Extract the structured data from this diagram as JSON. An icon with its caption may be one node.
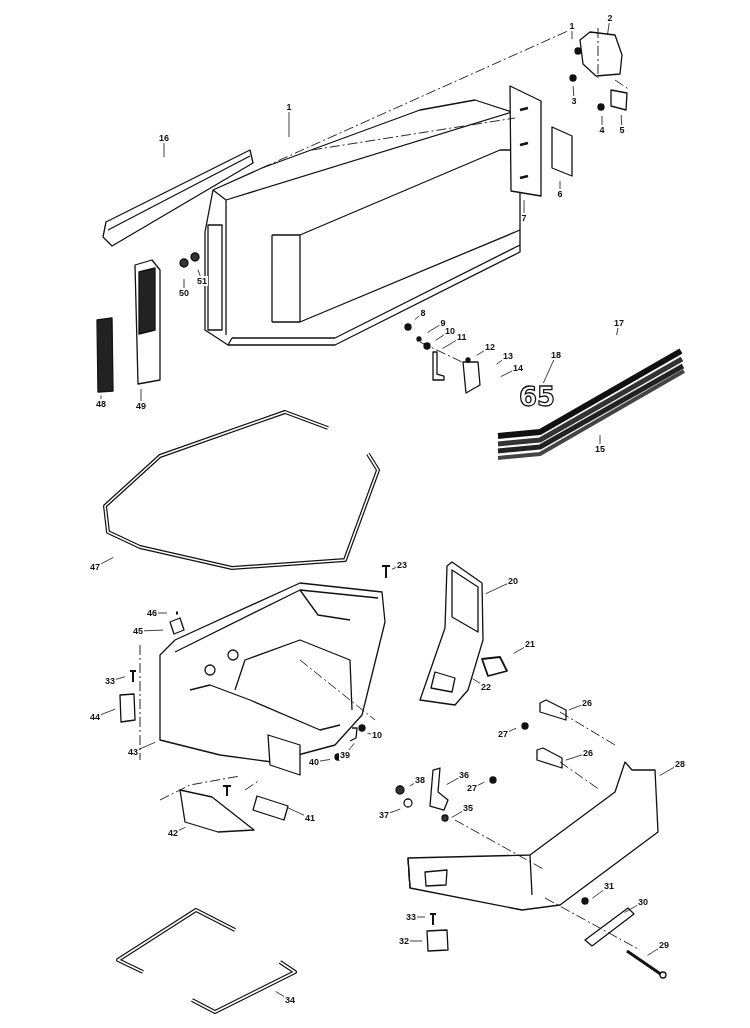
{
  "diagram": {
    "nodes": [
      {
        "text": [
          "1"
        ]
      },
      {
        "text": [
          "1"
        ]
      },
      {
        "text": [
          "2"
        ]
      },
      {
        "text": [
          "3"
        ]
      },
      {
        "text": [
          "4"
        ]
      },
      {
        "text": [
          "5"
        ]
      },
      {
        "text": [
          "6"
        ]
      },
      {
        "text": [
          "7"
        ]
      },
      {
        "text": [
          "8"
        ]
      },
      {
        "text": [
          "9"
        ]
      },
      {
        "text": [
          "10"
        ]
      },
      {
        "text": [
          "11"
        ]
      },
      {
        "text": [
          "12"
        ]
      },
      {
        "text": [
          "13"
        ]
      },
      {
        "text": [
          "14"
        ]
      },
      {
        "text": [
          "15"
        ]
      },
      {
        "text": [
          "16"
        ]
      },
      {
        "text": [
          "17"
        ]
      },
      {
        "text": [
          "18"
        ]
      },
      {
        "text": [
          "48"
        ]
      },
      {
        "text": [
          "49"
        ]
      },
      {
        "text": [
          "50"
        ]
      },
      {
        "text": [
          "51"
        ]
      },
      {
        "text": [
          "47"
        ]
      },
      {
        "text": [
          "23"
        ]
      },
      {
        "text": [
          "20"
        ]
      },
      {
        "text": [
          "21"
        ]
      },
      {
        "text": [
          "22"
        ]
      },
      {
        "text": [
          "46"
        ]
      },
      {
        "text": [
          "45"
        ]
      },
      {
        "text": [
          "33"
        ]
      },
      {
        "text": [
          "44"
        ]
      },
      {
        "text": [
          "43"
        ]
      },
      {
        "text": [
          "40"
        ]
      },
      {
        "text": [
          "39"
        ]
      },
      {
        "text": [
          "10"
        ]
      },
      {
        "text": [
          "42"
        ]
      },
      {
        "text": [
          "41"
        ]
      },
      {
        "text": [
          "26"
        ]
      },
      {
        "text": [
          "27"
        ]
      },
      {
        "text": [
          "26"
        ]
      },
      {
        "text": [
          "27"
        ]
      },
      {
        "text": [
          "28"
        ]
      },
      {
        "text": [
          "36"
        ]
      },
      {
        "text": [
          "38"
        ]
      },
      {
        "text": [
          "37"
        ]
      },
      {
        "text": [
          "35"
        ]
      },
      {
        "text": [
          "31"
        ]
      },
      {
        "text": [
          "30"
        ]
      },
      {
        "text": [
          "29"
        ]
      },
      {
        "text": [
          "33"
        ]
      },
      {
        "text": [
          "32"
        ]
      },
      {
        "text": [
          "34"
        ]
      },
      {
        "text": [
          "65"
        ]
      }
    ],
    "edges": [
      {
        "from": 0,
        "to": null,
        "arrow": "none"
      },
      {
        "from": 1,
        "to": null,
        "arrow": "none"
      },
      {
        "from": 2,
        "to": null,
        "arrow": "none"
      },
      {
        "from": 3,
        "to": null,
        "arrow": "none"
      },
      {
        "from": 4,
        "to": null,
        "arrow": "none"
      },
      {
        "from": 5,
        "to": null,
        "arrow": "none"
      },
      {
        "from": 6,
        "to": null,
        "arrow": "none"
      },
      {
        "from": 7,
        "to": null,
        "arrow": "none"
      },
      {
        "from": 8,
        "to": null,
        "arrow": "none"
      },
      {
        "from": 9,
        "to": null,
        "arrow": "none"
      },
      {
        "from": 10,
        "to": null,
        "arrow": "none"
      },
      {
        "from": 11,
        "to": null,
        "arrow": "none"
      },
      {
        "from": 12,
        "to": null,
        "arrow": "none"
      },
      {
        "from": 13,
        "to": null,
        "arrow": "none"
      },
      {
        "from": 14,
        "to": null,
        "arrow": "none"
      },
      {
        "from": 15,
        "to": null,
        "arrow": "none"
      },
      {
        "from": 16,
        "to": null,
        "arrow": "none"
      },
      {
        "from": 17,
        "to": null,
        "arrow": "none"
      },
      {
        "from": 18,
        "to": 53,
        "arrow": "none"
      },
      {
        "from": 19,
        "to": null,
        "arrow": "none"
      },
      {
        "from": 20,
        "to": null,
        "arrow": "none"
      },
      {
        "from": 21,
        "to": null,
        "arrow": "none"
      },
      {
        "from": 22,
        "to": null,
        "arrow": "none"
      },
      {
        "from": 23,
        "to": null,
        "arrow": "none"
      },
      {
        "from": 24,
        "to": null,
        "arrow": "none"
      },
      {
        "from": 25,
        "to": null,
        "arrow": "none"
      },
      {
        "from": 26,
        "to": null,
        "arrow": "none"
      },
      {
        "from": 27,
        "to": null,
        "arrow": "none"
      },
      {
        "from": 28,
        "to": null,
        "arrow": "none"
      },
      {
        "from": 29,
        "to": null,
        "arrow": "none"
      },
      {
        "from": 30,
        "to": null,
        "arrow": "none"
      },
      {
        "from": 31,
        "to": null,
        "arrow": "none"
      },
      {
        "from": 32,
        "to": null,
        "arrow": "none"
      },
      {
        "from": 33,
        "to": null,
        "arrow": "none"
      },
      {
        "from": 34,
        "to": null,
        "arrow": "none"
      },
      {
        "from": 35,
        "to": null,
        "arrow": "none"
      },
      {
        "from": 36,
        "to": null,
        "arrow": "none"
      },
      {
        "from": 37,
        "to": null,
        "arrow": "none"
      },
      {
        "from": 38,
        "to": null,
        "arrow": "none"
      },
      {
        "from": 39,
        "to": null,
        "arrow": "none"
      },
      {
        "from": 40,
        "to": null,
        "arrow": "none"
      },
      {
        "from": 41,
        "to": null,
        "arrow": "none"
      },
      {
        "from": 42,
        "to": null,
        "arrow": "none"
      },
      {
        "from": 43,
        "to": null,
        "arrow": "none"
      },
      {
        "from": 44,
        "to": null,
        "arrow": "none"
      },
      {
        "from": 45,
        "to": null,
        "arrow": "none"
      },
      {
        "from": 46,
        "to": null,
        "arrow": "none"
      },
      {
        "from": 47,
        "to": null,
        "arrow": "none"
      },
      {
        "from": 48,
        "to": null,
        "arrow": "none"
      },
      {
        "from": 49,
        "to": null,
        "arrow": "none"
      },
      {
        "from": 50,
        "to": null,
        "arrow": "none"
      },
      {
        "from": 51,
        "to": null,
        "arrow": "none"
      },
      {
        "from": 52,
        "to": null,
        "arrow": "none"
      }
    ]
  }
}
